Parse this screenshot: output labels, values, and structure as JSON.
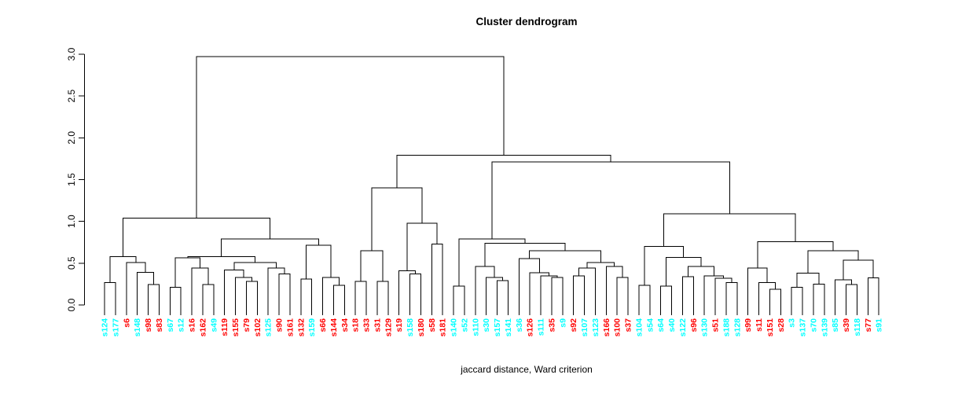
{
  "title": "Cluster dendrogram",
  "subtitle": "jaccard distance, Ward criterion",
  "colors": {
    "red": "#FF0000",
    "cyan": "#00FFFF",
    "line": "#000000",
    "background": "#FFFFFF"
  },
  "y_axis": {
    "tick_labels": [
      "0.0",
      "0.5",
      "1.0",
      "1.5",
      "2.0",
      "2.5",
      "3.0"
    ],
    "min": 0.0,
    "max": 3.0
  },
  "chart_data": {
    "type": "dendrogram",
    "title": "Cluster dendrogram",
    "xlabel": "jaccard distance, Ward criterion",
    "ylabel": "",
    "ylim": [
      0.0,
      3.0
    ],
    "root_height": 2.97,
    "leaves_in_order": [
      {
        "label": "s124",
        "color": "cyan"
      },
      {
        "label": "s177",
        "color": "cyan"
      },
      {
        "label": "s6",
        "color": "red"
      },
      {
        "label": "s148",
        "color": "cyan"
      },
      {
        "label": "s98",
        "color": "red"
      },
      {
        "label": "s83",
        "color": "red"
      },
      {
        "label": "s67",
        "color": "cyan"
      },
      {
        "label": "s12",
        "color": "cyan"
      },
      {
        "label": "s16",
        "color": "red"
      },
      {
        "label": "s162",
        "color": "red"
      },
      {
        "label": "s49",
        "color": "cyan"
      },
      {
        "label": "s119",
        "color": "red"
      },
      {
        "label": "s155",
        "color": "red"
      },
      {
        "label": "s79",
        "color": "red"
      },
      {
        "label": "s102",
        "color": "red"
      },
      {
        "label": "s125",
        "color": "cyan"
      },
      {
        "label": "s90",
        "color": "red"
      },
      {
        "label": "s161",
        "color": "red"
      },
      {
        "label": "s132",
        "color": "red"
      },
      {
        "label": "s159",
        "color": "cyan"
      },
      {
        "label": "s66",
        "color": "red"
      },
      {
        "label": "s144",
        "color": "red"
      },
      {
        "label": "s34",
        "color": "red"
      },
      {
        "label": "s18",
        "color": "red"
      },
      {
        "label": "s33",
        "color": "red"
      },
      {
        "label": "s31",
        "color": "red"
      },
      {
        "label": "s129",
        "color": "red"
      },
      {
        "label": "s19",
        "color": "red"
      },
      {
        "label": "s158",
        "color": "cyan"
      },
      {
        "label": "s180",
        "color": "red"
      },
      {
        "label": "s58",
        "color": "red"
      },
      {
        "label": "s181",
        "color": "red"
      },
      {
        "label": "s140",
        "color": "cyan"
      },
      {
        "label": "s52",
        "color": "cyan"
      },
      {
        "label": "s110",
        "color": "cyan"
      },
      {
        "label": "s30",
        "color": "cyan"
      },
      {
        "label": "s157",
        "color": "cyan"
      },
      {
        "label": "s141",
        "color": "cyan"
      },
      {
        "label": "s36",
        "color": "cyan"
      },
      {
        "label": "s126",
        "color": "red"
      },
      {
        "label": "s111",
        "color": "cyan"
      },
      {
        "label": "s35",
        "color": "red"
      },
      {
        "label": "s9",
        "color": "cyan"
      },
      {
        "label": "s92",
        "color": "red"
      },
      {
        "label": "s107",
        "color": "cyan"
      },
      {
        "label": "s123",
        "color": "cyan"
      },
      {
        "label": "s166",
        "color": "red"
      },
      {
        "label": "s100",
        "color": "red"
      },
      {
        "label": "s37",
        "color": "red"
      },
      {
        "label": "s104",
        "color": "cyan"
      },
      {
        "label": "s54",
        "color": "cyan"
      },
      {
        "label": "s64",
        "color": "cyan"
      },
      {
        "label": "s40",
        "color": "cyan"
      },
      {
        "label": "s122",
        "color": "cyan"
      },
      {
        "label": "s96",
        "color": "red"
      },
      {
        "label": "s130",
        "color": "cyan"
      },
      {
        "label": "s51",
        "color": "red"
      },
      {
        "label": "s188",
        "color": "cyan"
      },
      {
        "label": "s128",
        "color": "cyan"
      },
      {
        "label": "s99",
        "color": "red"
      },
      {
        "label": "s11",
        "color": "red"
      },
      {
        "label": "s151",
        "color": "red"
      },
      {
        "label": "s28",
        "color": "red"
      },
      {
        "label": "s3",
        "color": "cyan"
      },
      {
        "label": "s137",
        "color": "cyan"
      },
      {
        "label": "s70",
        "color": "cyan"
      },
      {
        "label": "s139",
        "color": "cyan"
      },
      {
        "label": "s85",
        "color": "cyan"
      },
      {
        "label": "s39",
        "color": "red"
      },
      {
        "label": "s118",
        "color": "cyan"
      },
      {
        "label": "s77",
        "color": "red"
      },
      {
        "label": "s91",
        "color": "cyan"
      }
    ],
    "tree": [
      2.97,
      [
        1.04,
        [
          0.58,
          [
            0.27,
            "s124",
            "s177"
          ],
          [
            0.51,
            "s6",
            [
              0.39,
              "s148",
              [
                0.245,
                "s98",
                "s83"
              ]
            ]
          ]
        ],
        [
          0.79,
          [
            0.58,
            [
              0.565,
              [
                0.21,
                "s67",
                "s12"
              ],
              [
                0.44,
                "s16",
                [
                  0.245,
                  "s162",
                  "s49"
                ]
              ]
            ],
            [
              0.51,
              [
                0.42,
                "s119",
                [
                  0.33,
                  "s155",
                  [
                    0.28,
                    "s79",
                    "s102"
                  ]
                ]
              ],
              [
                0.44,
                "s125",
                [
                  0.37,
                  "s90",
                  "s161"
                ]
              ]
            ]
          ],
          [
            0.715,
            [
              0.31,
              "s132",
              "s159"
            ],
            [
              0.33,
              "s66",
              [
                0.235,
                "s144",
                "s34"
              ]
            ]
          ]
        ]
      ],
      [
        1.79,
        [
          1.4,
          [
            0.65,
            [
              0.28,
              "s18",
              "s33"
            ],
            [
              0.28,
              "s31",
              "s129"
            ]
          ],
          [
            0.98,
            [
              0.41,
              "s19",
              [
                0.37,
                "s158",
                "s180"
              ]
            ],
            [
              0.73,
              "s58",
              "s181"
            ]
          ]
        ],
        [
          1.71,
          [
            0.79,
            [
              0.225,
              "s140",
              "s52"
            ],
            [
              0.74,
              [
                0.46,
                "s110",
                [
                  0.33,
                  "s30",
                  [
                    0.29,
                    "s157",
                    "s141"
                  ]
                ]
              ],
              [
                0.65,
                [
                  0.555,
                  "s36",
                  [
                    0.385,
                    "s126",
                    [
                      0.35,
                      "s111",
                      [
                        0.33,
                        "s35",
                        "s9"
                      ]
                    ]
                  ]
                ],
                [
                  0.51,
                  [
                    0.44,
                    [
                      0.35,
                      "s92",
                      "s107"
                    ],
                    "s123"
                  ],
                  [
                    0.46,
                    "s166",
                    [
                      0.33,
                      "s100",
                      "s37"
                    ]
                  ]
                ]
              ]
            ]
          ],
          [
            1.09,
            [
              0.7,
              [
                0.235,
                "s104",
                "s54"
              ],
              [
                0.57,
                [
                  0.225,
                  "s64",
                  "s40"
                ],
                [
                  0.46,
                  [
                    0.34,
                    "s122",
                    "s96"
                  ],
                  [
                    0.35,
                    "s130",
                    [
                      0.32,
                      "s51",
                      [
                        0.27,
                        "s188",
                        "s128"
                      ]
                    ]
                  ]
                ]
              ]
            ],
            [
              0.755,
              [
                0.44,
                "s99",
                [
                  0.27,
                  "s11",
                  [
                    0.19,
                    "s151",
                    "s28"
                  ]
                ]
              ],
              [
                0.65,
                [
                  0.38,
                  [
                    0.21,
                    "s3",
                    "s137"
                  ],
                  [
                    0.25,
                    "s70",
                    "s139"
                  ]
                ],
                [
                  0.535,
                  [
                    0.3,
                    "s85",
                    [
                      0.245,
                      "s39",
                      "s118"
                    ]
                  ],
                  [
                    0.325,
                    "s77",
                    "s91"
                  ]
                ]
              ]
            ]
          ]
        ]
      ]
    ]
  }
}
